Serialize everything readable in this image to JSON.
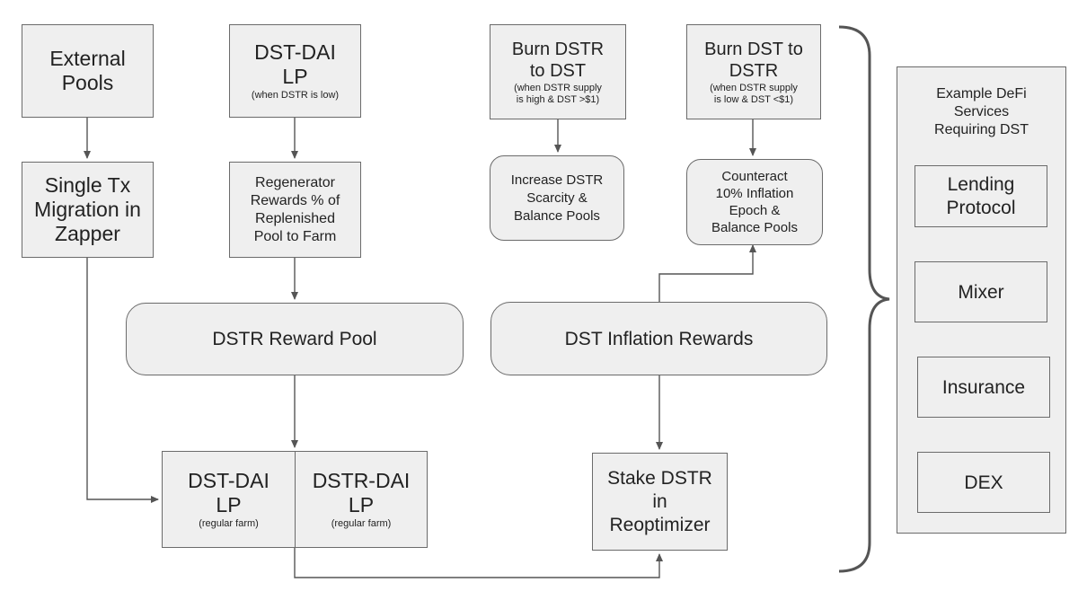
{
  "nodes": {
    "external_pools": {
      "title": "External\nPools"
    },
    "dst_dai_lp_top": {
      "title": "DST-DAI\nLP",
      "note": "(when DSTR is low)"
    },
    "burn_dstr": {
      "title": "Burn DSTR\nto DST",
      "note": "(when DSTR supply\nis high & DST >$1)"
    },
    "burn_dst": {
      "title": "Burn DST to\nDSTR",
      "note": "(when DSTR supply\nis low & DST <$1)"
    },
    "single_tx": {
      "title": "Single Tx\nMigration in\nZapper"
    },
    "regenerator": {
      "title": "Regenerator\nRewards % of\nReplenished\nPool to Farm"
    },
    "increase_scarcity": {
      "title": "Increase DSTR\nScarcity &\nBalance Pools"
    },
    "counteract": {
      "title": "Counteract\n10% Inflation\nEpoch &\nBalance Pools"
    },
    "reward_pool": {
      "title": "DSTR Reward Pool"
    },
    "inflation_rewards": {
      "title": "DST Inflation Rewards"
    },
    "dst_dai_lp_bottom": {
      "title": "DST-DAI\nLP",
      "note": "(regular farm)"
    },
    "dstr_dai_lp_bottom": {
      "title": "DSTR-DAI\nLP",
      "note": "(regular farm)"
    },
    "stake": {
      "title": "Stake DSTR\nin\nReoptimizer"
    }
  },
  "services": {
    "heading": "Example DeFi\nServices\nRequiring DST",
    "items": [
      "Lending\nProtocol",
      "Mixer",
      "Insurance",
      "DEX"
    ]
  },
  "colors": {
    "box_fill": "#efefef",
    "border": "#6b6b6b",
    "line": "#555555"
  }
}
